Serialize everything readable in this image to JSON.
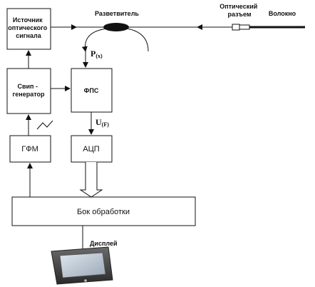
{
  "blocks": {
    "source": {
      "lines": [
        "Источник",
        "оптического",
        "сигнала"
      ]
    },
    "sweep": {
      "lines": [
        "Свип -",
        "генератор"
      ]
    },
    "fps": {
      "label": "ФПС"
    },
    "gfm": {
      "label": "ГФМ"
    },
    "adc": {
      "label": "АЦП"
    },
    "processing": {
      "label": "Бок обработки"
    }
  },
  "labels": {
    "splitter": "Разветвитель",
    "connector_line1": "Оптический",
    "connector_line2": "разъем",
    "fiber": "Волокно",
    "display": "Дисплей",
    "p_main": "P",
    "p_sub": "(x)",
    "u_main": "U",
    "u_sub": "(F)"
  },
  "icons": {
    "splitter": "ellipse-coupler-icon",
    "connector": "fiber-connector-icon",
    "sweep_wave": "triangle-wave-icon",
    "display": "display-monitor-icon"
  }
}
